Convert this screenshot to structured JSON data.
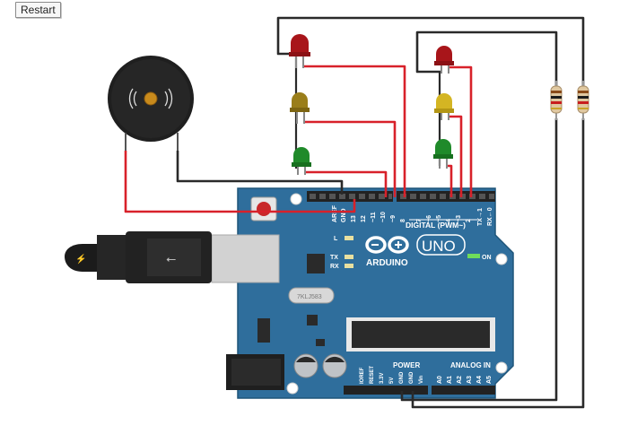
{
  "toolbar": {
    "restart_label": "Restart"
  },
  "board": {
    "brand": "ARDUINO",
    "model": "UNO",
    "digital_label": "DIGITAL (PWM~)",
    "power_label": "POWER",
    "analog_label": "ANALOG IN",
    "on_label": "ON",
    "l_label": "L",
    "tx_label": "TX",
    "rx_label": "RX",
    "crystal_label": "7KLJ583",
    "top_pins": [
      "AREF",
      "GND",
      "13",
      "12",
      "~11",
      "~10",
      "~9",
      "8",
      "7",
      "~6",
      "~5",
      "4",
      "~3",
      "2",
      "TX→1",
      "RX←0"
    ],
    "power_pins": [
      "IOREF",
      "RESET",
      "3.3V",
      "5V",
      "GND",
      "GND",
      "Vin"
    ],
    "analog_pins": [
      "A0",
      "A1",
      "A2",
      "A3",
      "A4",
      "A5"
    ]
  },
  "components": {
    "buzzer": "piezo-buzzer",
    "leds_left": [
      "red",
      "yellow",
      "green"
    ],
    "leds_right": [
      "red",
      "yellow",
      "green"
    ],
    "resistors": 2
  },
  "colors": {
    "board": "#2f6e9c",
    "wire_red": "#d8212a",
    "wire_black": "#2a2a2a",
    "led_red": "#a8151a",
    "led_yellow": "#c9a61a",
    "led_green": "#1f8a2a"
  }
}
